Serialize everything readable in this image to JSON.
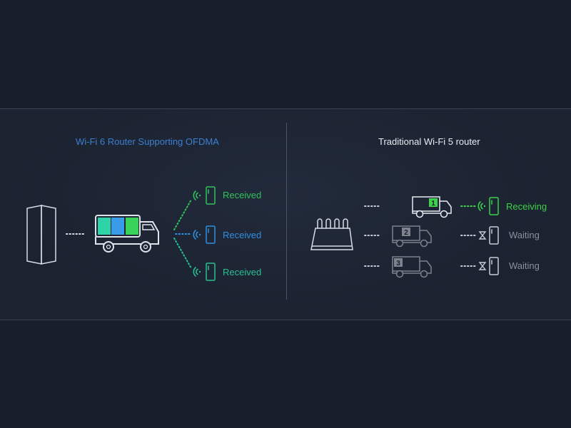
{
  "left_panel": {
    "title": "Wi-Fi 6 Router Supporting OFDMA",
    "devices": [
      {
        "status": "Received",
        "color": "#2fc25b"
      },
      {
        "status": "Received",
        "color": "#2f8fe0"
      },
      {
        "status": "Received",
        "color": "#28c090"
      }
    ],
    "truck_cargo_colors": [
      "#2ed3a8",
      "#3a9be8",
      "#39d25a"
    ]
  },
  "right_panel": {
    "title": "Traditional Wi-Fi 5 router",
    "rows": [
      {
        "truck_number": "1",
        "status": "Receiving",
        "icon": "wifi-signal-icon",
        "color": "#3cd24a"
      },
      {
        "truck_number": "2",
        "status": "Waiting",
        "icon": "hourglass-icon",
        "color": "#8a909c"
      },
      {
        "truck_number": "3",
        "status": "Waiting",
        "icon": "hourglass-icon",
        "color": "#8a909c"
      }
    ]
  }
}
